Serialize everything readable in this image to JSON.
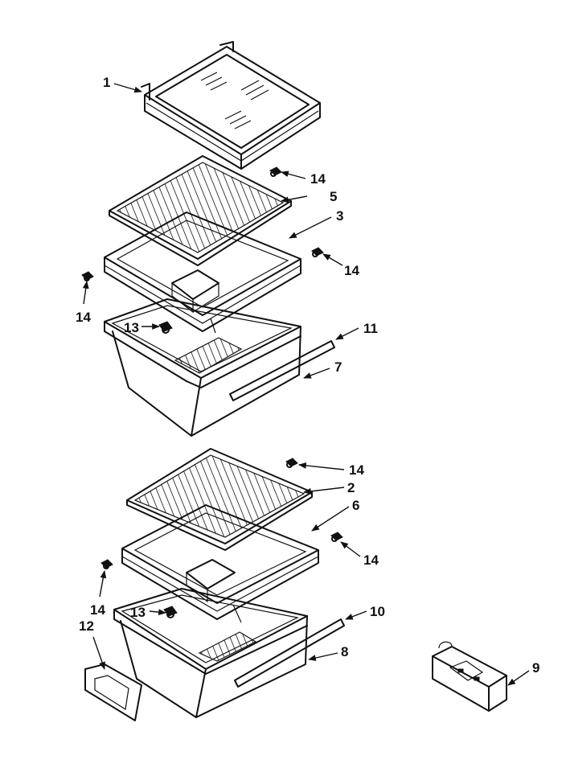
{
  "callouts": {
    "c1": "1",
    "c2": "2",
    "c3": "3",
    "c5": "5",
    "c6": "6",
    "c7": "7",
    "c8": "8",
    "c9": "9",
    "c10": "10",
    "c11": "11",
    "c12": "12",
    "c13_top": "13",
    "c13_bottom": "13",
    "c14_a": "14",
    "c14_b": "14",
    "c14_c": "14",
    "c14_d": "14",
    "c14_e": "14",
    "c14_f": "14"
  }
}
